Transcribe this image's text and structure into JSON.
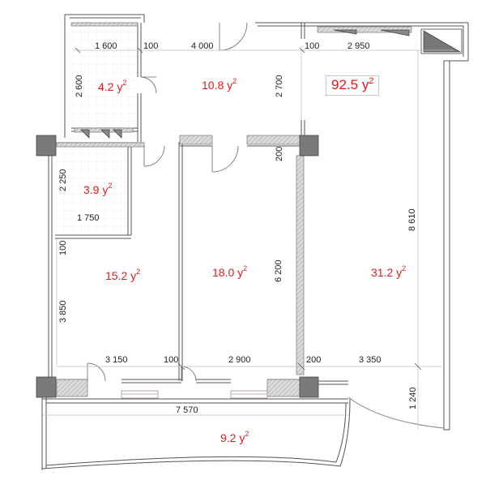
{
  "areas": {
    "total": "92.5",
    "corridor": "10.8",
    "bathroom": "4.2",
    "toilet": "3.9",
    "bedroom": "15.2",
    "room2": "18.0",
    "living": "31.2",
    "balcony": "9.2",
    "unit_suffix": "у",
    "unit_power": "2"
  },
  "dimensions": {
    "top_bath_width": "1 600",
    "top_wall_a": "100",
    "top_corridor_width": "4 000",
    "top_wall_b": "100",
    "top_right_width": "2 950",
    "bath_height": "2 600",
    "corridor_height": "2 700",
    "toilet_height": "2 250",
    "toilet_width": "1 750",
    "wall_vertical_left": "100",
    "bedroom_height": "3 850",
    "room2_height": "6 200",
    "wall_vertical_mid": "200",
    "living_height": "8 610",
    "bottom_bedroom_width": "3 150",
    "bottom_wall_a": "100",
    "bottom_room2_width": "2 900",
    "bottom_wall_b": "200",
    "bottom_living_width": "3 350",
    "balcony_length": "7 570",
    "balcony_depth": "1 240"
  },
  "colors": {
    "area_text": "#e01b1b",
    "wall_fill": "#cfcfcf",
    "wall_dark": "#7a7a7a",
    "line": "#555555"
  }
}
